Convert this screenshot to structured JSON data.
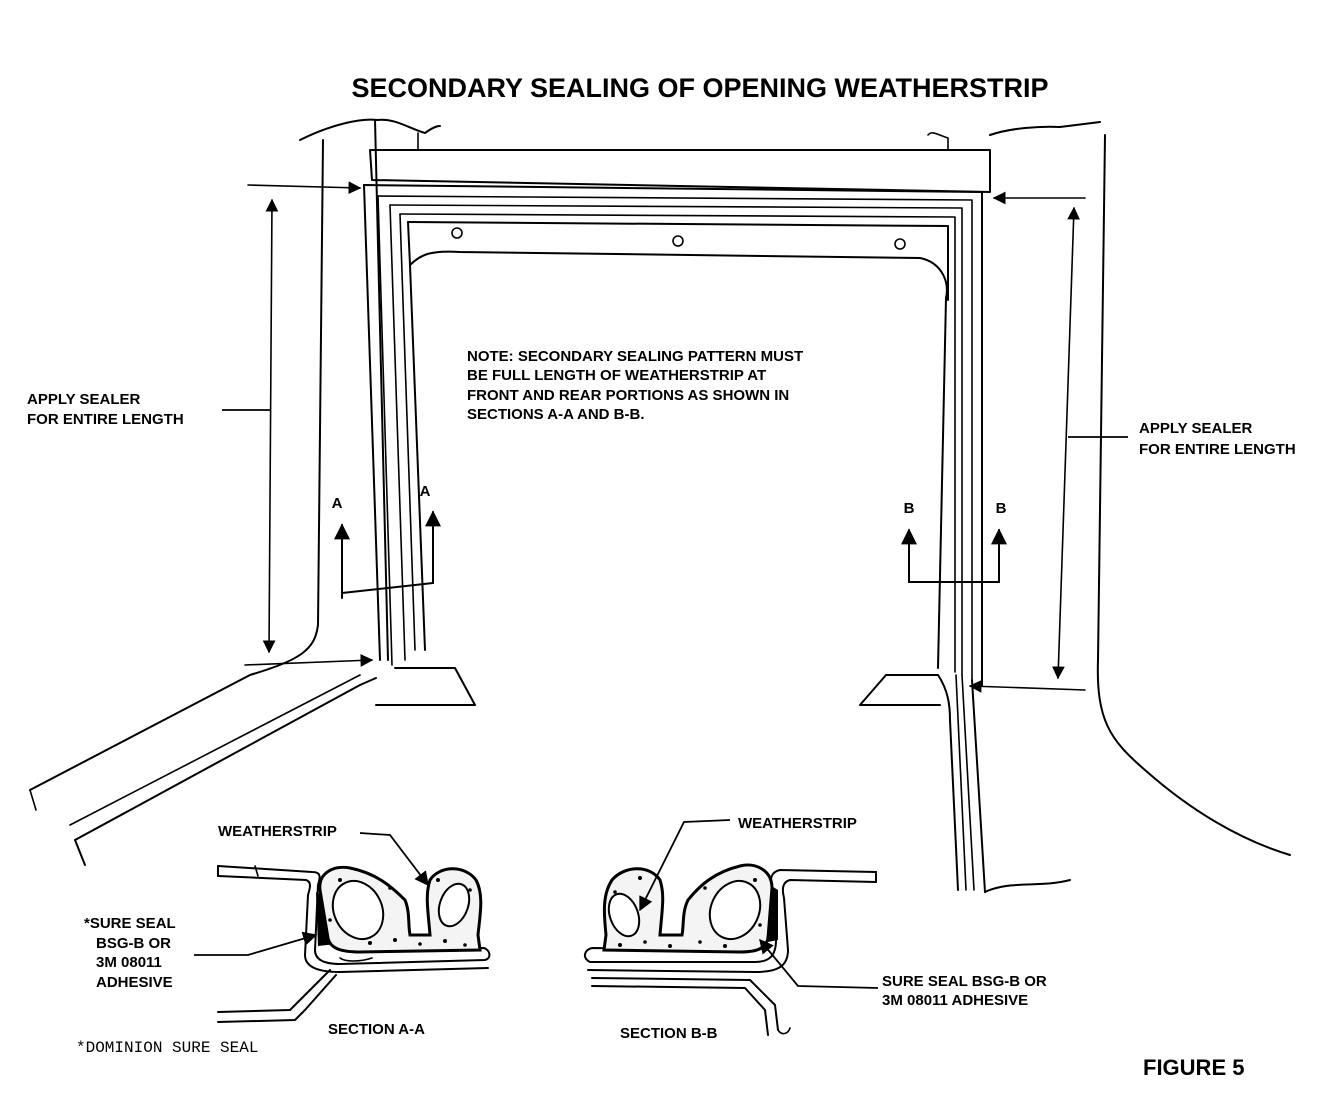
{
  "title": "SECONDARY SEALING OF OPENING WEATHERSTRIP",
  "note": [
    "NOTE: SECONDARY SEALING PATTERN MUST",
    "BE FULL LENGTH OF WEATHERSTRIP AT",
    "FRONT AND REAR PORTIONS AS SHOWN IN",
    "SECTIONS A-A AND B-B."
  ],
  "apply_sealer_left": [
    "APPLY SEALER",
    "FOR ENTIRE LENGTH"
  ],
  "apply_sealer_right": [
    "APPLY SEALER",
    "FOR ENTIRE LENGTH"
  ],
  "section_markers": {
    "a": "A",
    "b": "B"
  },
  "section_a": {
    "weatherstrip_label": "WEATHERSTRIP",
    "adhesive_label": [
      "*SURE SEAL",
      "BSG-B OR",
      "3M 08011",
      "ADHESIVE"
    ],
    "caption": "SECTION A-A"
  },
  "section_b": {
    "weatherstrip_label": "WEATHERSTRIP",
    "adhesive_label": [
      "SURE SEAL BSG-B OR",
      "3M 08011 ADHESIVE"
    ],
    "caption": "SECTION B-B"
  },
  "footnote": "*DOMINION SURE SEAL",
  "figure_label": "FIGURE 5",
  "colors": {
    "ink": "#000000",
    "paper": "#ffffff"
  }
}
